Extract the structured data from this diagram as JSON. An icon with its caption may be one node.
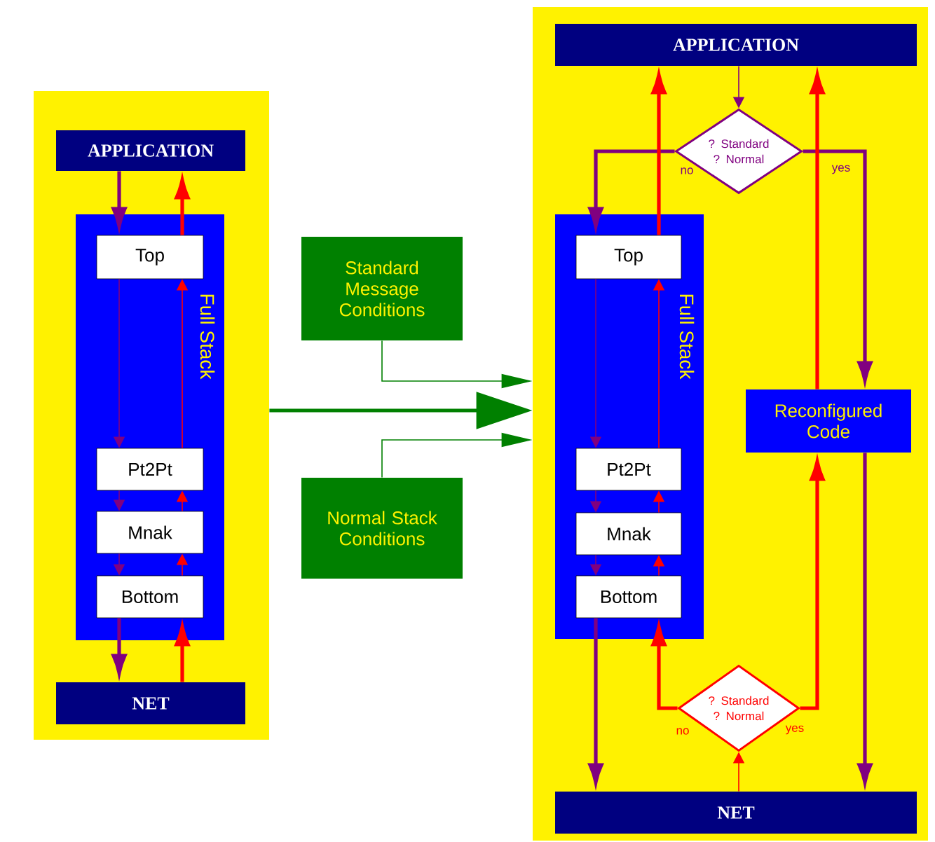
{
  "diagram": {
    "nodes": [
      {
        "text": [],
        "shape": "box"
      },
      {
        "text": [
          "APPLICATION"
        ],
        "in": 0
      },
      {
        "text": [
          "Full Stack"
        ],
        "in": 0
      },
      {
        "text": [
          "Top"
        ],
        "in": 2
      },
      {
        "text": [
          "Pt2Pt"
        ],
        "in": 2
      },
      {
        "text": [
          "Mnak"
        ],
        "in": 2
      },
      {
        "text": [
          "Bottom"
        ],
        "in": 2
      },
      {
        "text": [
          "NET"
        ],
        "in": 0
      },
      {
        "text": [
          "Standard Message Conditions"
        ]
      },
      {
        "text": [
          "Normal Stack Conditions"
        ]
      },
      {
        "text": [],
        "shape": "box"
      },
      {
        "text": [
          "APPLICATION"
        ],
        "in": 10
      },
      {
        "text": [
          "? Standard ? Normal"
        ],
        "in": 10
      },
      {
        "text": [
          "Full Stack"
        ],
        "in": 10
      },
      {
        "text": [
          "Top"
        ],
        "in": 13
      },
      {
        "text": [
          "Pt2Pt"
        ],
        "in": 13
      },
      {
        "text": [
          "Mnak"
        ],
        "in": 13
      },
      {
        "text": [
          "Bottom"
        ],
        "in": 13
      },
      {
        "text": [
          "Reconfigured Code"
        ],
        "in": 10
      },
      {
        "text": [
          "? Standard ? Normal"
        ],
        "in": 10
      },
      {
        "text": [
          "NET"
        ],
        "in": 10
      }
    ],
    "edges": [
      {
        "from": 1,
        "to": 3,
        "arrow": "to",
        "style": "thick",
        "color": "#800080"
      },
      {
        "from": 3,
        "to": 4,
        "arrow": "to",
        "color": "#800080"
      },
      {
        "from": 4,
        "to": 5,
        "arrow": "to",
        "color": "#800080"
      },
      {
        "from": 5,
        "to": 6,
        "arrow": "to",
        "color": "#800080"
      },
      {
        "from": 6,
        "to": 7,
        "arrow": "to",
        "style": "thick",
        "color": "#800080"
      },
      {
        "from": 7,
        "to": 6,
        "arrow": "to",
        "style": "thick",
        "color": "#ff0000"
      },
      {
        "from": 6,
        "to": 5,
        "arrow": "to",
        "color": "#ff0000"
      },
      {
        "from": 5,
        "to": 4,
        "arrow": "to",
        "color": "#ff0000"
      },
      {
        "from": 4,
        "to": 3,
        "arrow": "to",
        "color": "#ff0000"
      },
      {
        "from": 3,
        "to": 1,
        "arrow": "to",
        "style": "thick",
        "color": "#ff0000"
      },
      {
        "from": 0,
        "to": 10,
        "arrow": "to",
        "style": "thick",
        "color": "#008000"
      },
      {
        "from": 8,
        "to": 10,
        "arrow": "to",
        "color": "#008000"
      },
      {
        "from": 9,
        "to": 10,
        "arrow": "to",
        "color": "#008000"
      },
      {
        "from": 11,
        "to": 12,
        "arrow": "to",
        "color": "#800080"
      },
      {
        "from": 12,
        "to": 14,
        "arrow": "to",
        "label": "no",
        "style": "thick",
        "color": "#800080"
      },
      {
        "from": 12,
        "to": 18,
        "arrow": "to",
        "label": "yes",
        "style": "thick",
        "color": "#800080"
      },
      {
        "from": 14,
        "to": 11,
        "arrow": "to",
        "style": "thick",
        "color": "#ff0000"
      },
      {
        "from": 18,
        "to": 11,
        "arrow": "to",
        "style": "thick",
        "color": "#ff0000"
      },
      {
        "from": 14,
        "to": 15,
        "arrow": "to",
        "color": "#800080"
      },
      {
        "from": 15,
        "to": 16,
        "arrow": "to",
        "color": "#800080"
      },
      {
        "from": 16,
        "to": 17,
        "arrow": "to",
        "color": "#800080"
      },
      {
        "from": 17,
        "to": 16,
        "arrow": "to",
        "color": "#ff0000"
      },
      {
        "from": 16,
        "to": 15,
        "arrow": "to",
        "color": "#ff0000"
      },
      {
        "from": 15,
        "to": 14,
        "arrow": "to",
        "color": "#ff0000"
      },
      {
        "from": 17,
        "to": 20,
        "arrow": "to",
        "style": "thick",
        "color": "#800080"
      },
      {
        "from": 18,
        "to": 20,
        "arrow": "to",
        "style": "thick",
        "color": "#800080"
      },
      {
        "from": 20,
        "to": 19,
        "arrow": "to",
        "color": "#ff0000"
      },
      {
        "from": 19,
        "to": 17,
        "arrow": "to",
        "label": "no",
        "style": "thick",
        "color": "#ff0000"
      },
      {
        "from": 19,
        "to": 18,
        "arrow": "to",
        "label": "yes",
        "style": "thick",
        "color": "#ff0000"
      }
    ]
  }
}
